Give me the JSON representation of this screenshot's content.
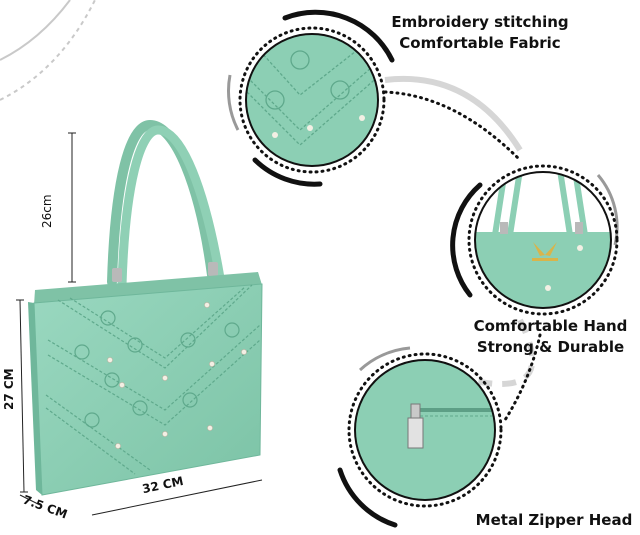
{
  "features": {
    "top_line1": "Embroidery stitching",
    "top_line2": "Comfortable Fabric",
    "mid_line1": "Comfortable Hand",
    "mid_line2": "Strong & Durable",
    "bottom_line1": "Metal Zipper Head"
  },
  "dimensions": {
    "height_handle": "26cm",
    "height_body": "27 CM",
    "width": "32 CM",
    "depth": "7.5 CM"
  },
  "colors": {
    "bag": "#8ccfb4",
    "bag_dark": "#6fb79b",
    "text": "#111111"
  },
  "icons": {
    "brand_logo": "golden-wing-logo-icon"
  }
}
